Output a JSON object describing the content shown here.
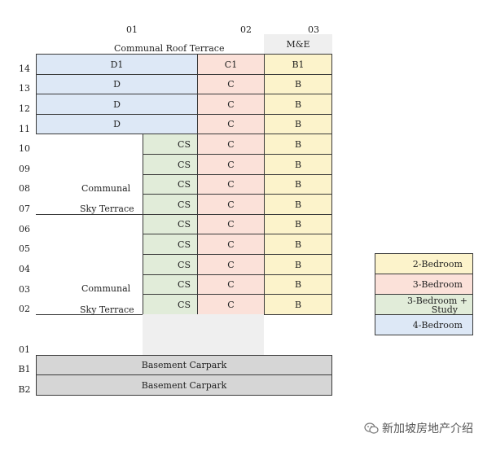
{
  "columns": [
    "01",
    "02",
    "03"
  ],
  "roof_label": "Communal Roof Terrace",
  "me_label": "M&E",
  "floors": [
    "14",
    "13",
    "12",
    "11",
    "10",
    "09",
    "08",
    "07",
    "06",
    "05",
    "04",
    "03",
    "02",
    "01",
    "B1",
    "B2"
  ],
  "units": {
    "col01": [
      "D1",
      "D",
      "D",
      "D",
      "CS",
      "CS",
      "CS",
      "CS",
      "CS",
      "CS",
      "CS",
      "CS",
      "CS"
    ],
    "col02": [
      "C1",
      "C",
      "C",
      "C",
      "C",
      "C",
      "C",
      "C",
      "C",
      "C",
      "C",
      "C",
      "C"
    ],
    "col03": [
      "B1",
      "B",
      "B",
      "B",
      "B",
      "B",
      "B",
      "B",
      "B",
      "B",
      "B",
      "B",
      "B"
    ]
  },
  "sky_terrace_upper": [
    "Communal",
    "Sky Terrace"
  ],
  "sky_terrace_lower": [
    "Communal",
    "Sky Terrace"
  ],
  "basement": [
    "Basement Carpark",
    "Basement Carpark"
  ],
  "legend": [
    {
      "label": "2-Bedroom",
      "color": "#fcf3cb"
    },
    {
      "label": "3-Bedroom",
      "color": "#fbe1d9"
    },
    {
      "label": "3-Bedroom +",
      "label2": "Study",
      "color": "#e1ecd9"
    },
    {
      "label": "4-Bedroom",
      "color": "#dde8f6"
    }
  ],
  "watermark": "新加坡房地产介绍"
}
